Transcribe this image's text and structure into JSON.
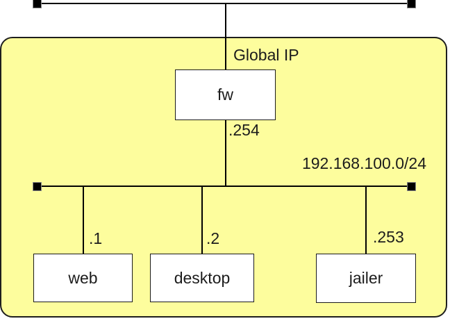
{
  "diagram": {
    "type": "network-topology",
    "zone": {
      "label": "Global IP"
    },
    "lan": {
      "subnet_label": "192.168.100.0/24"
    },
    "nodes": {
      "fw": {
        "label": "fw",
        "ip": ".254"
      },
      "web": {
        "label": "web",
        "ip": ".1"
      },
      "desktop": {
        "label": "desktop",
        "ip": ".2"
      },
      "jailer": {
        "label": "jailer",
        "ip": ".253"
      }
    },
    "colors": {
      "zone_fill": "#FDFD9D",
      "zone_border": "#1E1E1E",
      "line": "#000000",
      "node_fill": "#FFFFFF",
      "node_border": "#1A1A1A",
      "text": "#1C1C1C"
    }
  }
}
